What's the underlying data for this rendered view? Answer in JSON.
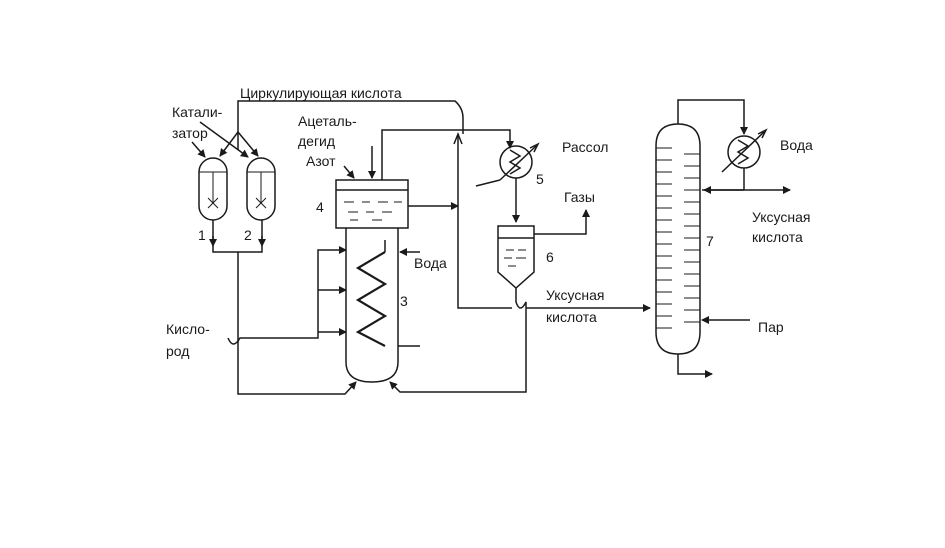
{
  "labels": {
    "circ_acid": "Циркулирующая кислота",
    "catalyst_1": "Катали-",
    "catalyst_2": "затор",
    "acetaldehyde_1": "Ацеталь-",
    "acetaldehyde_2": "дегид",
    "nitrogen": "Азот",
    "brine": "Рассол",
    "gases": "Газы",
    "water_reactor": "Вода",
    "water_column": "Вода",
    "acetic_mid_1": "Уксусная",
    "acetic_mid_2": "кислота",
    "acetic_right_1": "Уксусная",
    "acetic_right_2": "кислота",
    "oxygen_1": "Кисло-",
    "oxygen_2": "род",
    "steam": "Пар"
  },
  "numbers": {
    "n1": "1",
    "n2": "2",
    "n3": "3",
    "n4": "4",
    "n5": "5",
    "n6": "6",
    "n7": "7"
  }
}
